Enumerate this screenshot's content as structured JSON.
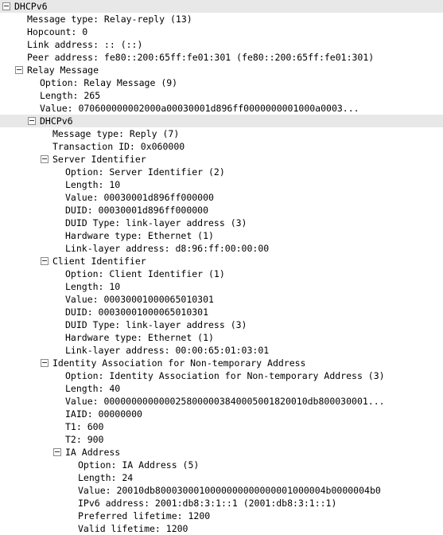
{
  "rows": [
    {
      "level": 0,
      "toggle": true,
      "text": "DHCPv6",
      "hl": true,
      "name": "tree-node-dhcpv6"
    },
    {
      "level": 1,
      "toggle": false,
      "text": "Message type: Relay-reply (13)",
      "name": "tree-field"
    },
    {
      "level": 1,
      "toggle": false,
      "text": "Hopcount: 0",
      "name": "tree-field"
    },
    {
      "level": 1,
      "toggle": false,
      "text": "Link address: :: (::)",
      "name": "tree-field"
    },
    {
      "level": 1,
      "toggle": false,
      "text": "Peer address: fe80::200:65ff:fe01:301 (fe80::200:65ff:fe01:301)",
      "name": "tree-field"
    },
    {
      "level": 1,
      "toggle": true,
      "text": "Relay Message",
      "name": "tree-node-relay-message"
    },
    {
      "level": 2,
      "toggle": false,
      "text": "Option: Relay Message (9)",
      "name": "tree-field"
    },
    {
      "level": 2,
      "toggle": false,
      "text": "Length: 265",
      "name": "tree-field"
    },
    {
      "level": 2,
      "toggle": false,
      "text": "Value: 070600000002000a00030001d896ff0000000001000a0003...",
      "name": "tree-field"
    },
    {
      "level": 2,
      "toggle": true,
      "text": "DHCPv6",
      "hl": true,
      "name": "tree-node-inner-dhcpv6"
    },
    {
      "level": 3,
      "toggle": false,
      "text": "Message type: Reply (7)",
      "name": "tree-field"
    },
    {
      "level": 3,
      "toggle": false,
      "text": "Transaction ID: 0x060000",
      "name": "tree-field"
    },
    {
      "level": 3,
      "toggle": true,
      "text": "Server Identifier",
      "name": "tree-node-server-identifier"
    },
    {
      "level": 4,
      "toggle": false,
      "text": "Option: Server Identifier (2)",
      "name": "tree-field"
    },
    {
      "level": 4,
      "toggle": false,
      "text": "Length: 10",
      "name": "tree-field"
    },
    {
      "level": 4,
      "toggle": false,
      "text": "Value: 00030001d896ff000000",
      "name": "tree-field"
    },
    {
      "level": 4,
      "toggle": false,
      "text": "DUID: 00030001d896ff000000",
      "name": "tree-field"
    },
    {
      "level": 4,
      "toggle": false,
      "text": "DUID Type: link-layer address (3)",
      "name": "tree-field"
    },
    {
      "level": 4,
      "toggle": false,
      "text": "Hardware type: Ethernet (1)",
      "name": "tree-field"
    },
    {
      "level": 4,
      "toggle": false,
      "text": "Link-layer address: d8:96:ff:00:00:00",
      "name": "tree-field"
    },
    {
      "level": 3,
      "toggle": true,
      "text": "Client Identifier",
      "name": "tree-node-client-identifier"
    },
    {
      "level": 4,
      "toggle": false,
      "text": "Option: Client Identifier (1)",
      "name": "tree-field"
    },
    {
      "level": 4,
      "toggle": false,
      "text": "Length: 10",
      "name": "tree-field"
    },
    {
      "level": 4,
      "toggle": false,
      "text": "Value: 00030001000065010301",
      "name": "tree-field"
    },
    {
      "level": 4,
      "toggle": false,
      "text": "DUID: 00030001000065010301",
      "name": "tree-field"
    },
    {
      "level": 4,
      "toggle": false,
      "text": "DUID Type: link-layer address (3)",
      "name": "tree-field"
    },
    {
      "level": 4,
      "toggle": false,
      "text": "Hardware type: Ethernet (1)",
      "name": "tree-field"
    },
    {
      "level": 4,
      "toggle": false,
      "text": "Link-layer address: 00:00:65:01:03:01",
      "name": "tree-field"
    },
    {
      "level": 3,
      "toggle": true,
      "text": "Identity Association for Non-temporary Address",
      "name": "tree-node-ia-na"
    },
    {
      "level": 4,
      "toggle": false,
      "text": "Option: Identity Association for Non-temporary Address (3)",
      "name": "tree-field"
    },
    {
      "level": 4,
      "toggle": false,
      "text": "Length: 40",
      "name": "tree-field"
    },
    {
      "level": 4,
      "toggle": false,
      "text": "Value: 0000000000000258000003840005001820010db800030001...",
      "name": "tree-field"
    },
    {
      "level": 4,
      "toggle": false,
      "text": "IAID: 00000000",
      "name": "tree-field"
    },
    {
      "level": 4,
      "toggle": false,
      "text": "T1: 600",
      "name": "tree-field"
    },
    {
      "level": 4,
      "toggle": false,
      "text": "T2: 900",
      "name": "tree-field"
    },
    {
      "level": 4,
      "toggle": true,
      "text": "IA Address",
      "name": "tree-node-ia-address"
    },
    {
      "level": 5,
      "toggle": false,
      "text": "Option: IA Address (5)",
      "name": "tree-field"
    },
    {
      "level": 5,
      "toggle": false,
      "text": "Length: 24",
      "name": "tree-field"
    },
    {
      "level": 5,
      "toggle": false,
      "text": "Value: 20010db8000300010000000000000001000004b0000004b0",
      "name": "tree-field"
    },
    {
      "level": 5,
      "toggle": false,
      "text": "IPv6 address: 2001:db8:3:1::1 (2001:db8:3:1::1)",
      "name": "tree-field"
    },
    {
      "level": 5,
      "toggle": false,
      "text": "Preferred lifetime: 1200",
      "name": "tree-field"
    },
    {
      "level": 5,
      "toggle": false,
      "text": "Valid lifetime: 1200",
      "name": "tree-field"
    }
  ]
}
